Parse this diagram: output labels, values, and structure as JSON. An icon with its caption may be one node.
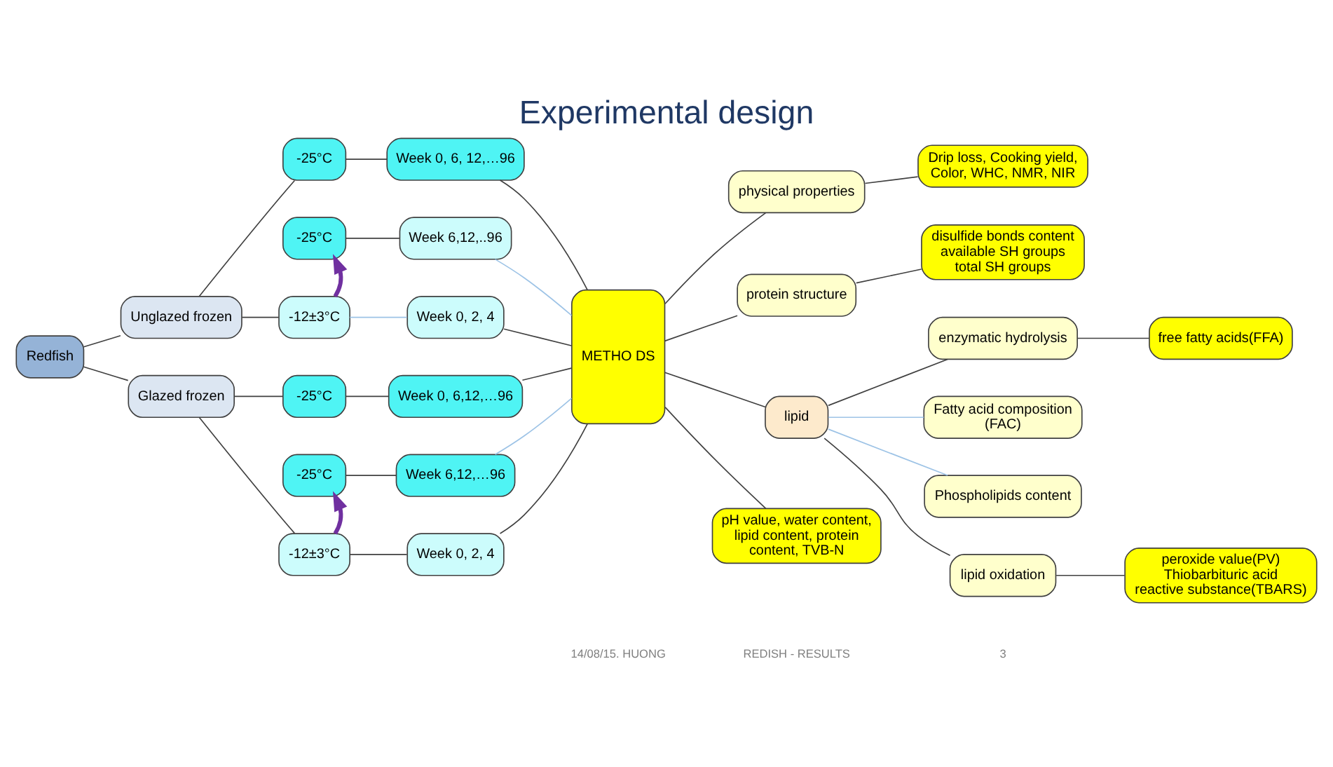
{
  "diagram": {
    "title": "Experimental design",
    "nodes": [
      {
        "text": [
          "Redfish"
        ]
      },
      {
        "text": [
          "Unglazed frozen"
        ]
      },
      {
        "text": [
          "Glazed frozen"
        ]
      },
      {
        "text": [
          "-25°C"
        ]
      },
      {
        "text": [
          "-25°C"
        ]
      },
      {
        "text": [
          "-12±3°C"
        ]
      },
      {
        "text": [
          "-25°C"
        ]
      },
      {
        "text": [
          "-25°C"
        ]
      },
      {
        "text": [
          "-12±3°C"
        ]
      },
      {
        "text": [
          "Week 0, 6, 12,…96"
        ]
      },
      {
        "text": [
          "Week 6,12,..96"
        ]
      },
      {
        "text": [
          "Week 0, 2, 4"
        ]
      },
      {
        "text": [
          "Week 0, 6,12,…96"
        ]
      },
      {
        "text": [
          "Week 6,12,…96"
        ]
      },
      {
        "text": [
          "Week 0, 2, 4"
        ]
      },
      {
        "text": [
          "METHO DS"
        ]
      },
      {
        "text": [
          "physical properties"
        ]
      },
      {
        "text": [
          "Drip loss, Cooking yield, Color, WHC, NMR, NIR"
        ]
      },
      {
        "text": [
          "protein structure"
        ]
      },
      {
        "text": [
          "disulfide bonds content",
          "available SH groups",
          "total SH groups"
        ]
      },
      {
        "text": [
          "lipid"
        ]
      },
      {
        "text": [
          "enzymatic hydrolysis"
        ]
      },
      {
        "text": [
          "free fatty acids(FFA)"
        ]
      },
      {
        "text": [
          "Fatty acid composition (FAC)"
        ]
      },
      {
        "text": [
          "Phospholipids content"
        ]
      },
      {
        "text": [
          "lipid oxidation"
        ]
      },
      {
        "text": [
          "peroxide value(PV)",
          "Thiobarbituric acid reactive substance(TBARS)"
        ]
      },
      {
        "text": [
          "pH value, water content, lipid content, protein content, TVB-N"
        ]
      }
    ],
    "edges": [
      {
        "from": 0,
        "to": 1,
        "arrow": "none"
      },
      {
        "from": 0,
        "to": 2,
        "arrow": "none"
      },
      {
        "from": 1,
        "to": 3,
        "arrow": "none"
      },
      {
        "from": 1,
        "to": 5,
        "arrow": "none"
      },
      {
        "from": 5,
        "to": 4,
        "arrow": "to",
        "style": "thick",
        "color": "#7030a0"
      },
      {
        "from": 2,
        "to": 6,
        "arrow": "none"
      },
      {
        "from": 2,
        "to": 8,
        "arrow": "none"
      },
      {
        "from": 8,
        "to": 7,
        "arrow": "to",
        "style": "thick",
        "color": "#7030a0"
      },
      {
        "from": 3,
        "to": 9,
        "arrow": "none"
      },
      {
        "from": 4,
        "to": 10,
        "arrow": "none"
      },
      {
        "from": 5,
        "to": 11,
        "arrow": "none",
        "color": "#9dc3e6"
      },
      {
        "from": 6,
        "to": 12,
        "arrow": "none"
      },
      {
        "from": 7,
        "to": 13,
        "arrow": "none"
      },
      {
        "from": 8,
        "to": 14,
        "arrow": "none"
      },
      {
        "from": 9,
        "to": 15,
        "arrow": "none"
      },
      {
        "from": 10,
        "to": 15,
        "arrow": "none",
        "color": "#9dc3e6"
      },
      {
        "from": 11,
        "to": 15,
        "arrow": "none"
      },
      {
        "from": 12,
        "to": 15,
        "arrow": "none"
      },
      {
        "from": 13,
        "to": 15,
        "arrow": "none",
        "color": "#9dc3e6"
      },
      {
        "from": 14,
        "to": 15,
        "arrow": "none"
      },
      {
        "from": 15,
        "to": 16,
        "arrow": "none"
      },
      {
        "from": 15,
        "to": 18,
        "arrow": "none"
      },
      {
        "from": 15,
        "to": 20,
        "arrow": "none"
      },
      {
        "from": 15,
        "to": 27,
        "arrow": "none"
      },
      {
        "from": 16,
        "to": 17,
        "arrow": "none"
      },
      {
        "from": 18,
        "to": 19,
        "arrow": "none"
      },
      {
        "from": 20,
        "to": 21,
        "arrow": "none"
      },
      {
        "from": 20,
        "to": 23,
        "arrow": "none",
        "color": "#9dc3e6"
      },
      {
        "from": 20,
        "to": 25,
        "arrow": "none"
      },
      {
        "from": 20,
        "to": 24,
        "arrow": "none",
        "color": "#9dc3e6"
      },
      {
        "from": 21,
        "to": 22,
        "arrow": "none"
      },
      {
        "from": 25,
        "to": 26,
        "arrow": "none"
      }
    ],
    "labels": [
      "14/08/15. HUONG",
      "REDISH - RESULTS",
      "3"
    ]
  }
}
